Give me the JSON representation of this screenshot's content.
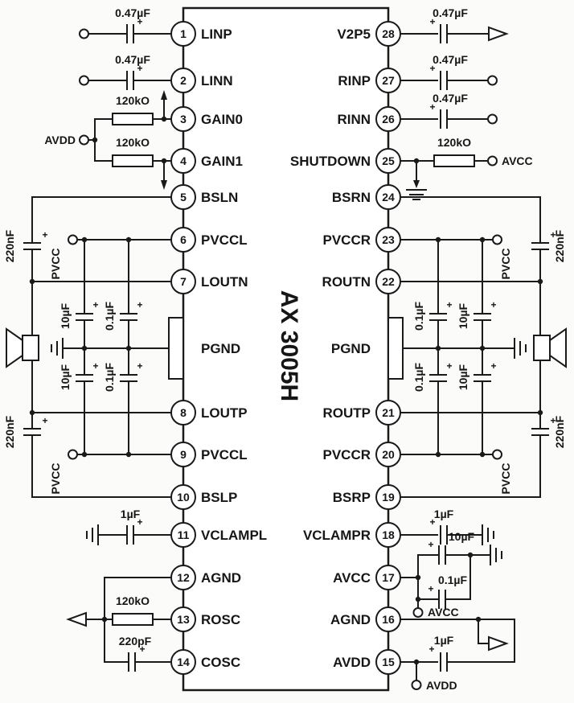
{
  "ic": {
    "title": "AX 3005H",
    "pgnd_left": "PGND",
    "pgnd_right": "PGND",
    "left_pins": [
      {
        "num": "1",
        "name": "LINP"
      },
      {
        "num": "2",
        "name": "LINN"
      },
      {
        "num": "3",
        "name": "GAIN0"
      },
      {
        "num": "4",
        "name": "GAIN1"
      },
      {
        "num": "5",
        "name": "BSLN"
      },
      {
        "num": "6",
        "name": "PVCCL"
      },
      {
        "num": "7",
        "name": "LOUTN"
      },
      {
        "num": "8",
        "name": "LOUTP"
      },
      {
        "num": "9",
        "name": "PVCCL"
      },
      {
        "num": "10",
        "name": "BSLP"
      },
      {
        "num": "11",
        "name": "VCLAMPL"
      },
      {
        "num": "12",
        "name": "AGND"
      },
      {
        "num": "13",
        "name": "ROSC"
      },
      {
        "num": "14",
        "name": "COSC"
      }
    ],
    "right_pins": [
      {
        "num": "28",
        "name": "V2P5"
      },
      {
        "num": "27",
        "name": "RINP"
      },
      {
        "num": "26",
        "name": "RINN"
      },
      {
        "num": "25",
        "name": "SHUTDOWN"
      },
      {
        "num": "24",
        "name": "BSRN"
      },
      {
        "num": "23",
        "name": "PVCCR"
      },
      {
        "num": "22",
        "name": "ROUTN"
      },
      {
        "num": "21",
        "name": "ROUTP"
      },
      {
        "num": "20",
        "name": "PVCCR"
      },
      {
        "num": "19",
        "name": "BSRP"
      },
      {
        "num": "18",
        "name": "VCLAMPR"
      },
      {
        "num": "17",
        "name": "AVCC"
      },
      {
        "num": "16",
        "name": "AGND"
      },
      {
        "num": "15",
        "name": "AVDD"
      }
    ]
  },
  "components": {
    "plus": "+",
    "left": {
      "c_linp": "0.47µF",
      "c_linn": "0.47µF",
      "r_gain0": "120kO",
      "r_gain1": "120kO",
      "avdd": "AVDD",
      "c_bsln": "220nF",
      "c_bslp": "220nF",
      "pvcc_top": "PVCC",
      "pvcc_bot": "PVCC",
      "c10_top": "10µF",
      "c01_top": "0.1µF",
      "c10_bot": "10µF",
      "c01_bot": "0.1µF",
      "c_vclampl": "1µF",
      "r_rosc": "120kO",
      "c_cosc": "220pF"
    },
    "right": {
      "c_v2p5": "0.47µF",
      "c_rinp": "0.47µF",
      "c_rinn": "0.47µF",
      "r_shutdown": "120kO",
      "avcc_pullup": "AVCC",
      "c_bsrn": "220nF",
      "c_bsrp": "220nF",
      "pvcc_top": "PVCC",
      "pvcc_bot": "PVCC",
      "c01_top": "0.1µF",
      "c10_top": "10µF",
      "c01_bot": "0.1µF",
      "c10_bot": "10µF",
      "c_vclampr": "1µF",
      "c_avcc_10": "10µF",
      "c_avcc_01": "0.1µF",
      "avcc": "AVCC",
      "c_avdd": "1µF",
      "avdd": "AVDD"
    }
  },
  "colors": {
    "ink": "#1a1a1a",
    "paper": "#fbfbf9"
  }
}
